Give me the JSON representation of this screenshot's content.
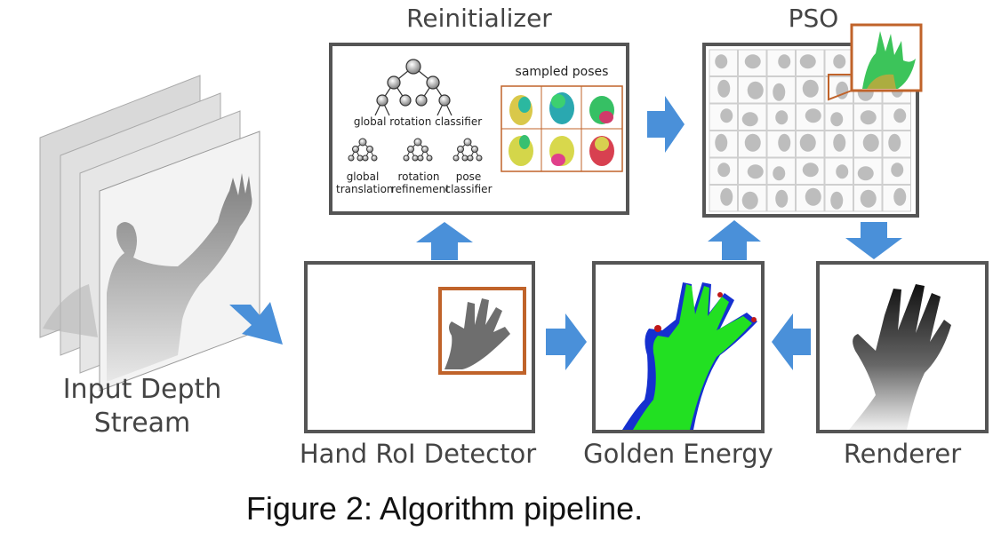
{
  "stages": {
    "input": "Input Depth\nStream",
    "reinitializer": "Reinitializer",
    "pso": "PSO",
    "hand_roi": "Hand RoI Detector",
    "golden_energy": "Golden Energy",
    "renderer": "Renderer"
  },
  "reinit_panel": {
    "global_rotation": "global rotation classifier",
    "global_translation": "global\ntranslation",
    "rotation_refinement": "rotation\nrefinement",
    "pose_classifier": "pose\nclassifier",
    "sampled_poses": "sampled poses"
  },
  "caption": "Figure 2:  Algorithm pipeline.",
  "colors": {
    "arrow": "#4a90d9",
    "frame": "#555555",
    "highlight": "#c0632a",
    "energy_green": "#22e022",
    "energy_blue": "#1530d0",
    "energy_red": "#c01818"
  }
}
